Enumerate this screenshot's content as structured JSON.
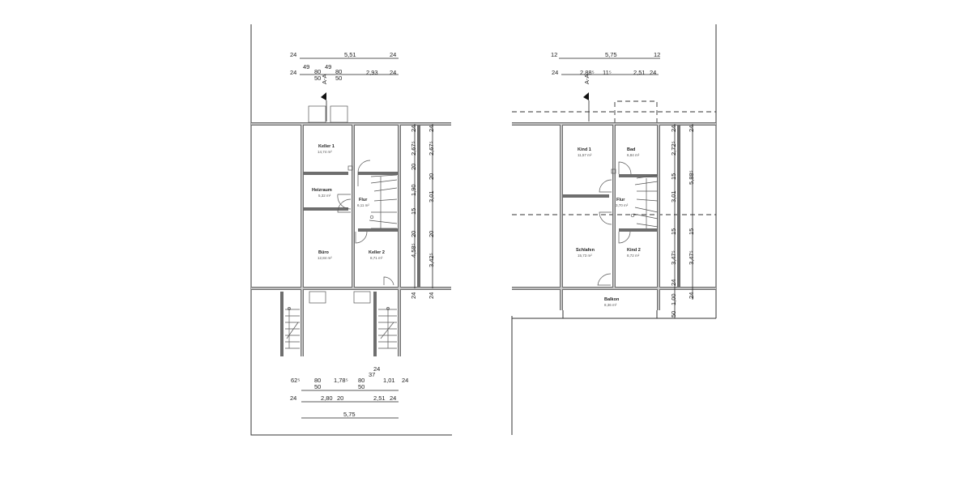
{
  "basement": {
    "rooms": [
      {
        "name": "Keller 1",
        "area": "14,74 m²"
      },
      {
        "name": "Heizraum",
        "area": "5,32 m²"
      },
      {
        "name": "Flur",
        "area": "6,11 m²"
      },
      {
        "name": "Büro",
        "area": "12,84 m²"
      },
      {
        "name": "Keller 2",
        "area": "8,71 m²"
      }
    ],
    "section_marker": "A-A",
    "dims_top_1": [
      "24",
      "5,51",
      "24"
    ],
    "dims_top_2": [
      "24",
      "49",
      "80",
      "50",
      "49",
      "80",
      "50",
      "2,93",
      "24"
    ],
    "dims_right_inner": [
      "24",
      "2,67⁵",
      "20",
      "1,90",
      "15",
      "20",
      "4,58⁵",
      "24"
    ],
    "dims_right_outer": [
      "24",
      "2,67⁵",
      "20",
      "3,01",
      "20",
      "3,42⁵",
      "24"
    ],
    "dims_bottom_1": [
      "62⁵",
      "80",
      "50",
      "1,78⁵",
      "80",
      "50",
      "24",
      "37",
      "1,01",
      "24"
    ],
    "dims_bottom_2": [
      "24",
      "2,80",
      "20",
      "2,51",
      "24"
    ],
    "dims_bottom_3": [
      "5,75"
    ]
  },
  "upper_floor": {
    "rooms": [
      {
        "name": "Kind 1",
        "area": "11,57 m²"
      },
      {
        "name": "Bad",
        "area": "6,84 m²"
      },
      {
        "name": "Flur",
        "area": "3,70 m²"
      },
      {
        "name": "Schlafen",
        "area": "15,73 m²"
      },
      {
        "name": "Kind 2",
        "area": "8,72 m²"
      },
      {
        "name": "Balkon",
        "area": "8,36 m²"
      }
    ],
    "section_marker": "A-A",
    "dims_top_1": [
      "12",
      "5,75",
      "12"
    ],
    "dims_top_2": [
      "24",
      "2,88⁵",
      "11⁵",
      "2,51",
      "24"
    ],
    "dims_right_inner": [
      "24",
      "2,72⁵",
      "15",
      "3,01",
      "15",
      "3,47⁵",
      "24",
      "1,00",
      "50"
    ],
    "dims_right_outer": [
      "24",
      "5,88⁵",
      "15",
      "3,47⁵",
      "24"
    ]
  }
}
